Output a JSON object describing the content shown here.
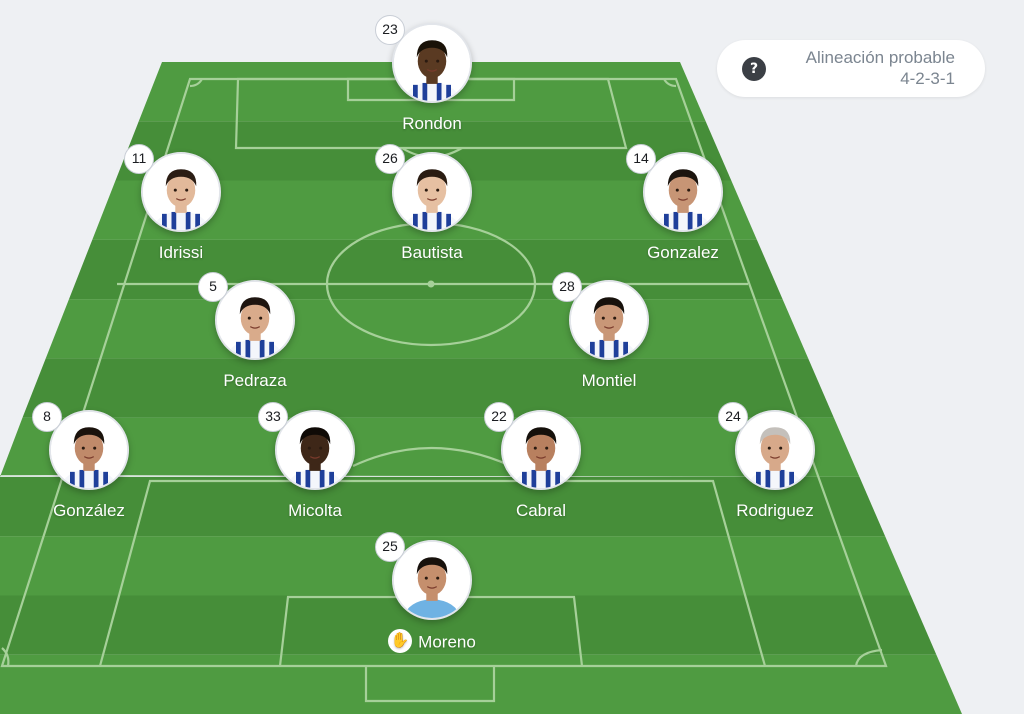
{
  "info": {
    "title": "Alineación probable",
    "formation": "4-2-3-1",
    "help_icon": "question-mark-icon",
    "help_glyph": "?"
  },
  "players": [
    {
      "id": "rondon",
      "number": "23",
      "name": "Rondon",
      "skin": "#5a3a22",
      "hair": "#1a1208",
      "kit": "keeper-white"
    },
    {
      "id": "idrissi",
      "number": "11",
      "name": "Idrissi",
      "skin": "#e2b99a",
      "hair": "#2b1d14",
      "kit": "striped"
    },
    {
      "id": "bautista",
      "number": "26",
      "name": "Bautista",
      "skin": "#e6c0a2",
      "hair": "#2a1c12",
      "kit": "striped"
    },
    {
      "id": "gonzalez-1",
      "number": "14",
      "name": "Gonzalez",
      "skin": "#c79575",
      "hair": "#1b140e",
      "kit": "striped"
    },
    {
      "id": "pedraza",
      "number": "5",
      "name": "Pedraza",
      "skin": "#d9ab8b",
      "hair": "#1e1510",
      "kit": "striped"
    },
    {
      "id": "montiel",
      "number": "28",
      "name": "Montiel",
      "skin": "#c99777",
      "hair": "#17110c",
      "kit": "striped"
    },
    {
      "id": "gonzalez-2",
      "number": "8",
      "name": "González",
      "skin": "#c08a6a",
      "hair": "#1a120c",
      "kit": "striped"
    },
    {
      "id": "micolta",
      "number": "33",
      "name": "Micolta",
      "skin": "#3e2718",
      "hair": "#0f0a06",
      "kit": "striped"
    },
    {
      "id": "cabral",
      "number": "22",
      "name": "Cabral",
      "skin": "#b8805f",
      "hair": "#15100b",
      "kit": "striped"
    },
    {
      "id": "rodriguez",
      "number": "24",
      "name": "Rodriguez",
      "skin": "#d7a98a",
      "hair": "#c4c0bb",
      "kit": "striped"
    },
    {
      "id": "moreno",
      "number": "25",
      "name": "Moreno",
      "skin": "#c58f6d",
      "hair": "#17110c",
      "kit": "goalkeeper",
      "role_icon": "goalkeeper-glove-icon",
      "role_glyph": "✋"
    }
  ],
  "colors": {
    "stripe_light": "#4f9b41",
    "stripe_dark": "#468e39",
    "line": "#9fcc92",
    "jersey_stripe": "#1f3f9a",
    "gk_jersey": "#6fb2e3"
  }
}
